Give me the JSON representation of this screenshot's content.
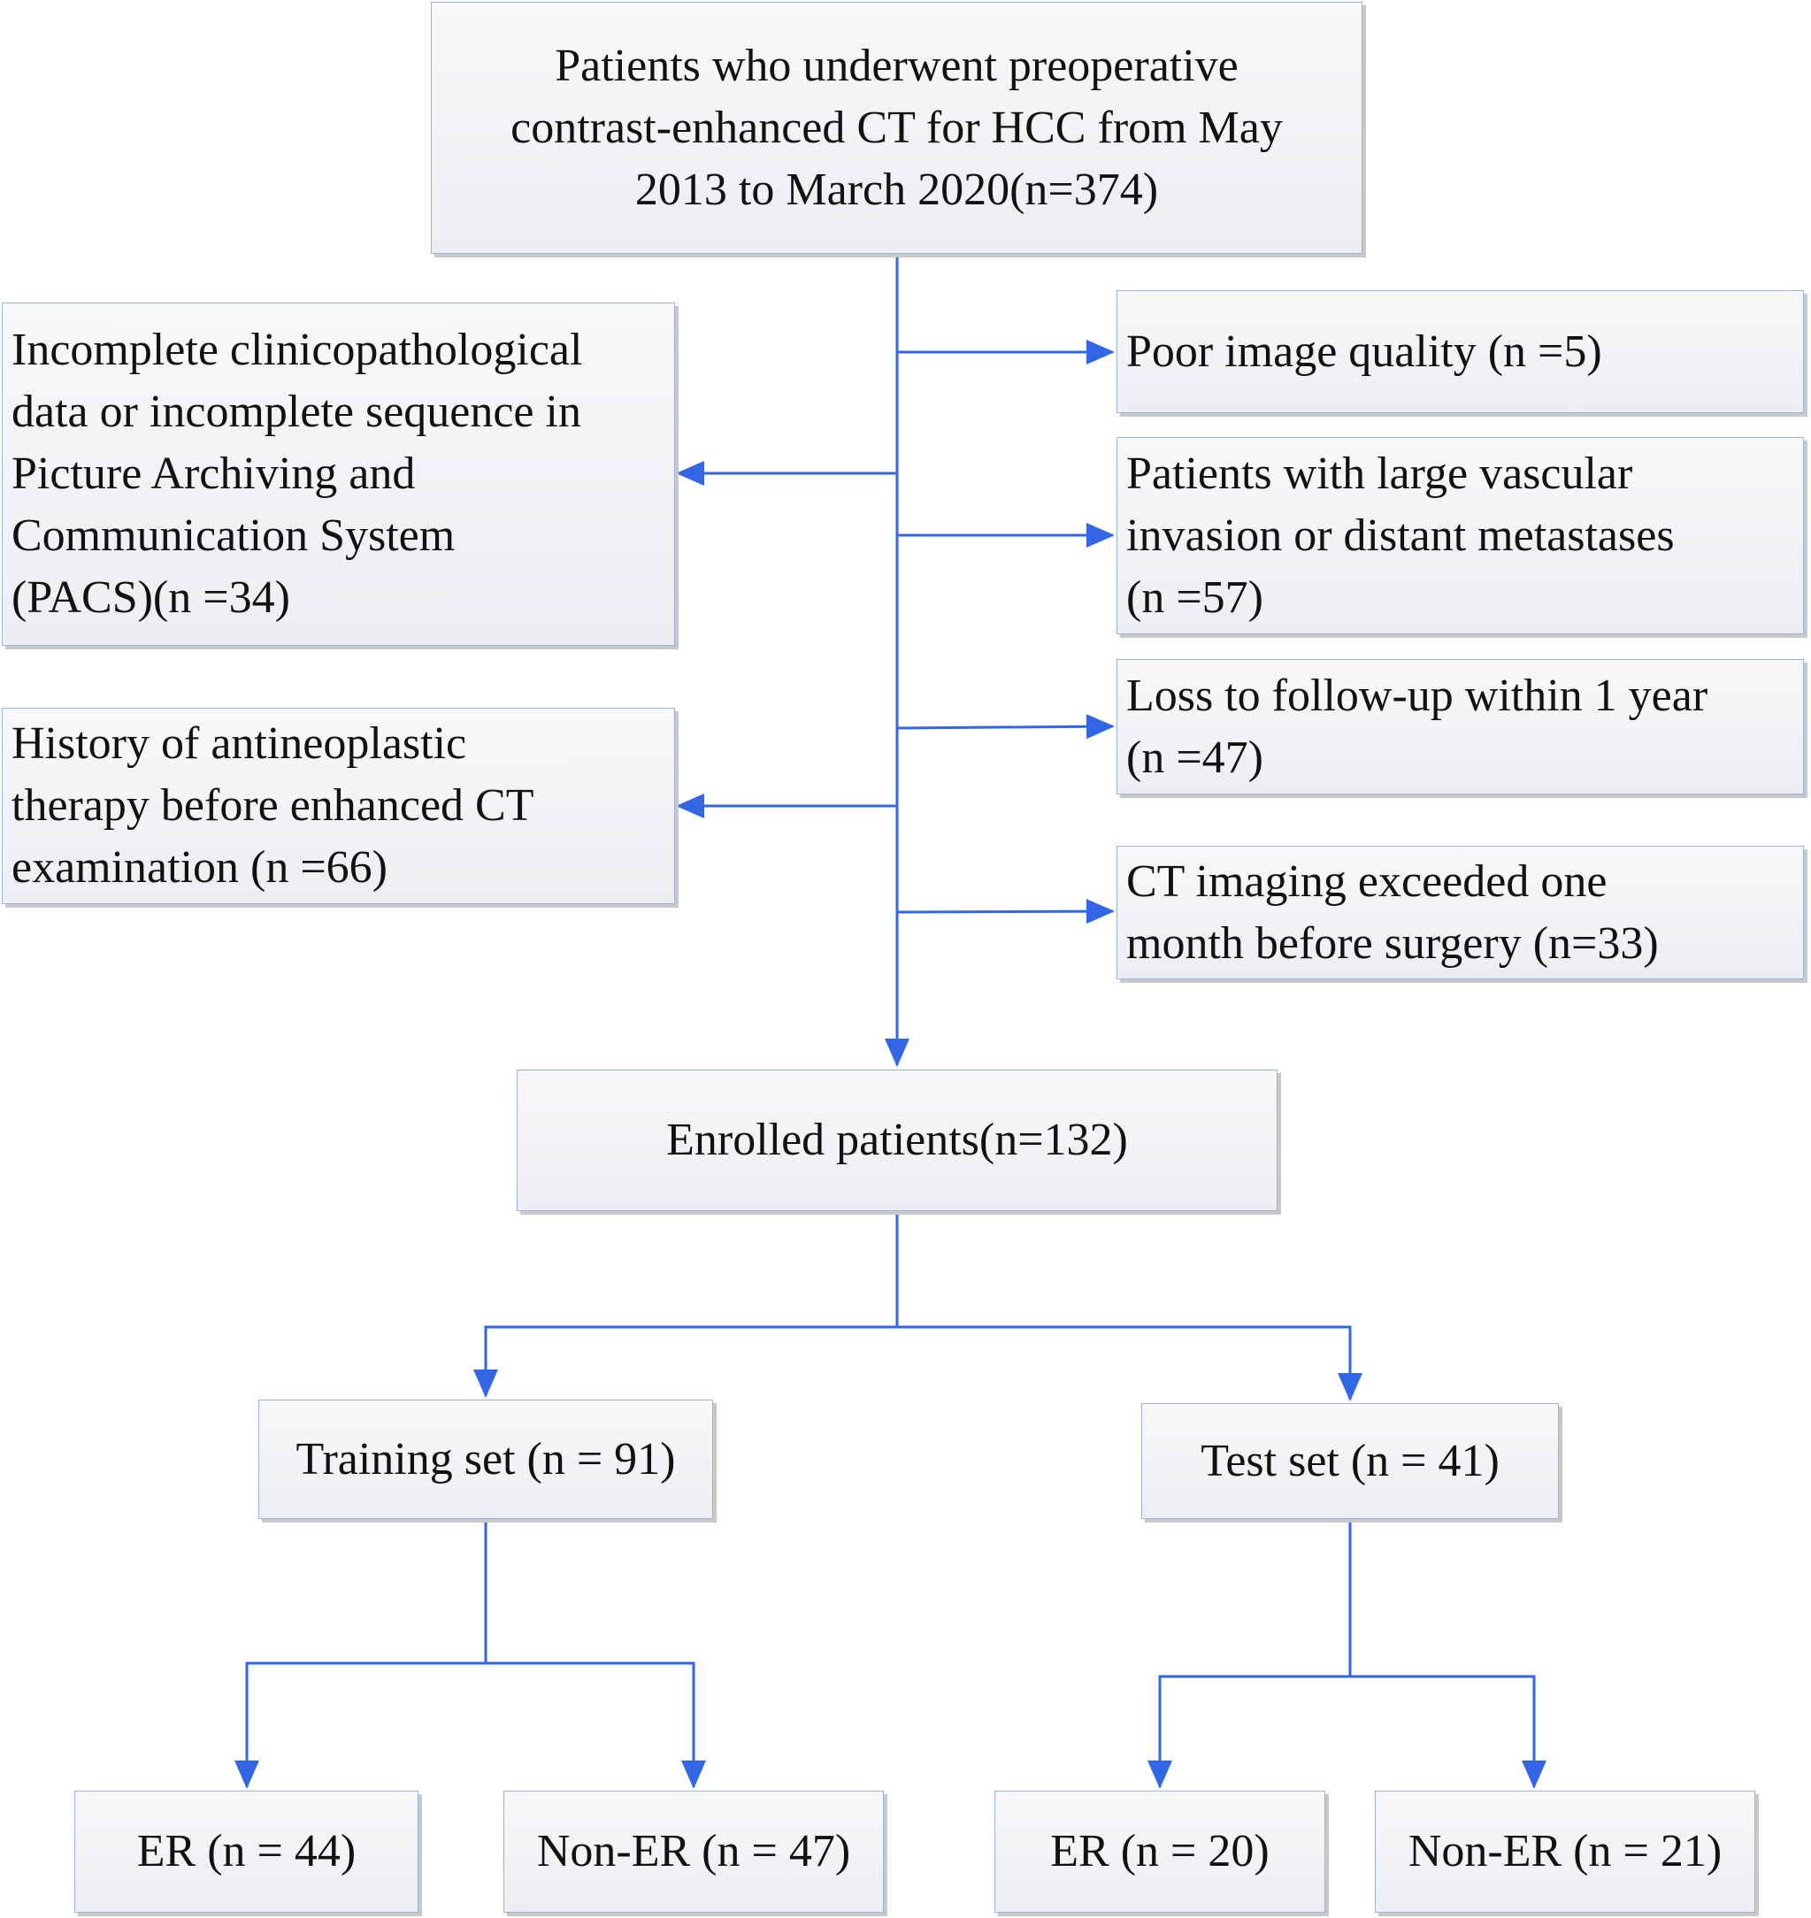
{
  "flowchart": {
    "top": "Patients who underwent preoperative\ncontrast-enhanced CT for HCC from May\n2013 to March 2020(n=374)",
    "excluded_left": [
      "Incomplete clinicopathological\ndata or incomplete sequence in\nPicture Archiving and\nCommunication System\n(PACS)(n =34)",
      "History of antineoplastic\ntherapy before enhanced CT\nexamination (n =66)"
    ],
    "excluded_right": [
      "Poor image quality (n =5)",
      "Patients with large vascular\ninvasion or distant metastases\n(n =57)",
      "Loss to follow-up within 1 year\n(n =47)",
      "CT imaging exceeded one\nmonth before surgery (n=33)"
    ],
    "enrolled": "Enrolled patients(n=132)",
    "training_set": "Training set (n = 91)",
    "test_set": "Test set (n = 41)",
    "training_er": "ER (n = 44)",
    "training_non_er": "Non-ER (n = 47)",
    "test_er": "ER (n = 20)",
    "test_non_er": "Non-ER (n = 21)"
  },
  "colors": {
    "connector": "#3366e6",
    "box_border": "#9db3df",
    "box_fill": "#eceef1"
  }
}
